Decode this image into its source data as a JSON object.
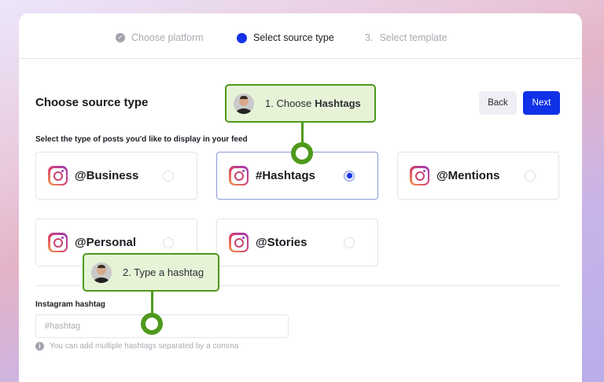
{
  "stepper": {
    "steps": [
      {
        "label": "Choose platform",
        "state": "done"
      },
      {
        "label": "Select source type",
        "state": "active"
      },
      {
        "number": "3.",
        "label": "Select template",
        "state": "upcoming"
      }
    ]
  },
  "header": {
    "title": "Choose source type",
    "back_label": "Back",
    "next_label": "Next"
  },
  "source": {
    "subtitle": "Select the type of posts you'd like to display in your feed",
    "options": [
      {
        "label": "@Business",
        "selected": false
      },
      {
        "label": "#Hashtags",
        "selected": true
      },
      {
        "label": "@Mentions",
        "selected": false
      },
      {
        "label": "@Personal",
        "selected": false
      },
      {
        "label": "@Stories",
        "selected": false
      }
    ]
  },
  "hashtag_field": {
    "label": "Instagram hashtag",
    "value": "",
    "placeholder": "#hashtag",
    "hint": "You can add multiple hashtags separated by a comma"
  },
  "callouts": [
    {
      "prefix": "1. Choose",
      "emphasis": "Hashtags"
    },
    {
      "prefix": "2. Type a hashtag",
      "emphasis": ""
    }
  ],
  "colors": {
    "accent": "#1432e8",
    "callout_border": "#4e9a1c",
    "callout_bg": "#e7f3d7"
  }
}
